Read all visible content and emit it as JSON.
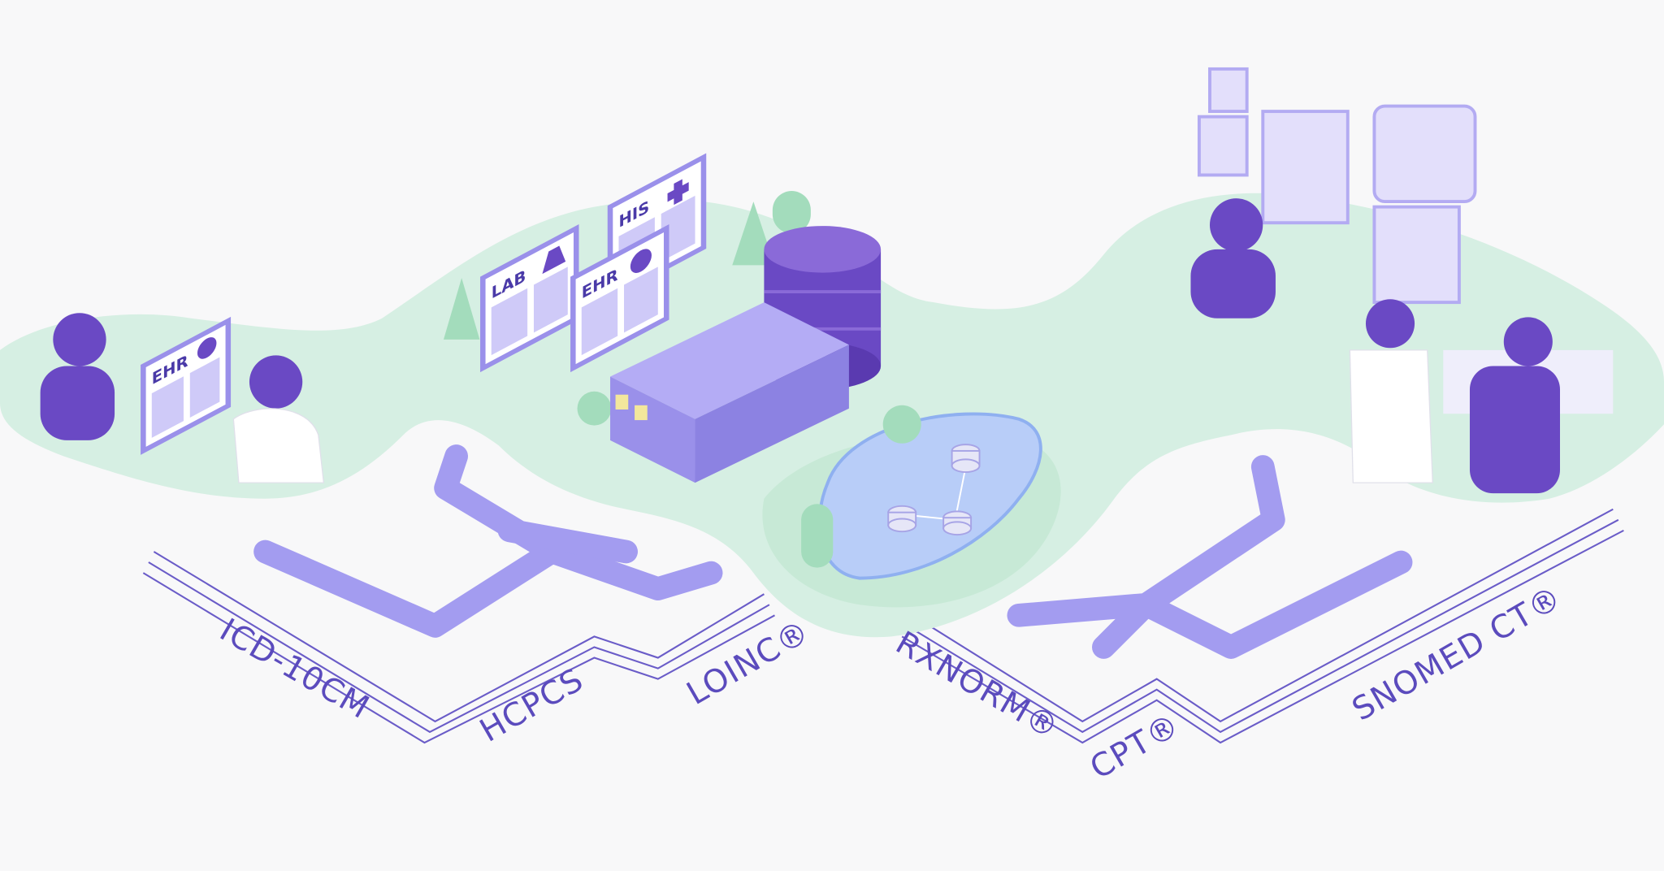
{
  "colors": {
    "background": "#f8f8f9",
    "land": "#d6efe3",
    "purple_dark": "#6a49c4",
    "purple_light": "#a9a2f0",
    "pipe": "#9f98ee",
    "water": "#a9c6f8",
    "tree": "#9fd8b8"
  },
  "monitors": {
    "ehr_left": "EHR",
    "lab": "LAB",
    "ehr_center": "EHR",
    "his": "HIS"
  },
  "standards": {
    "icd": "ICD-10CM",
    "hcpcs": "HCPCS",
    "loinc": "LOINC®",
    "rxnorm": "RXNORM®",
    "cpt": "CPT®",
    "snomed": "SNOMED CT®"
  }
}
